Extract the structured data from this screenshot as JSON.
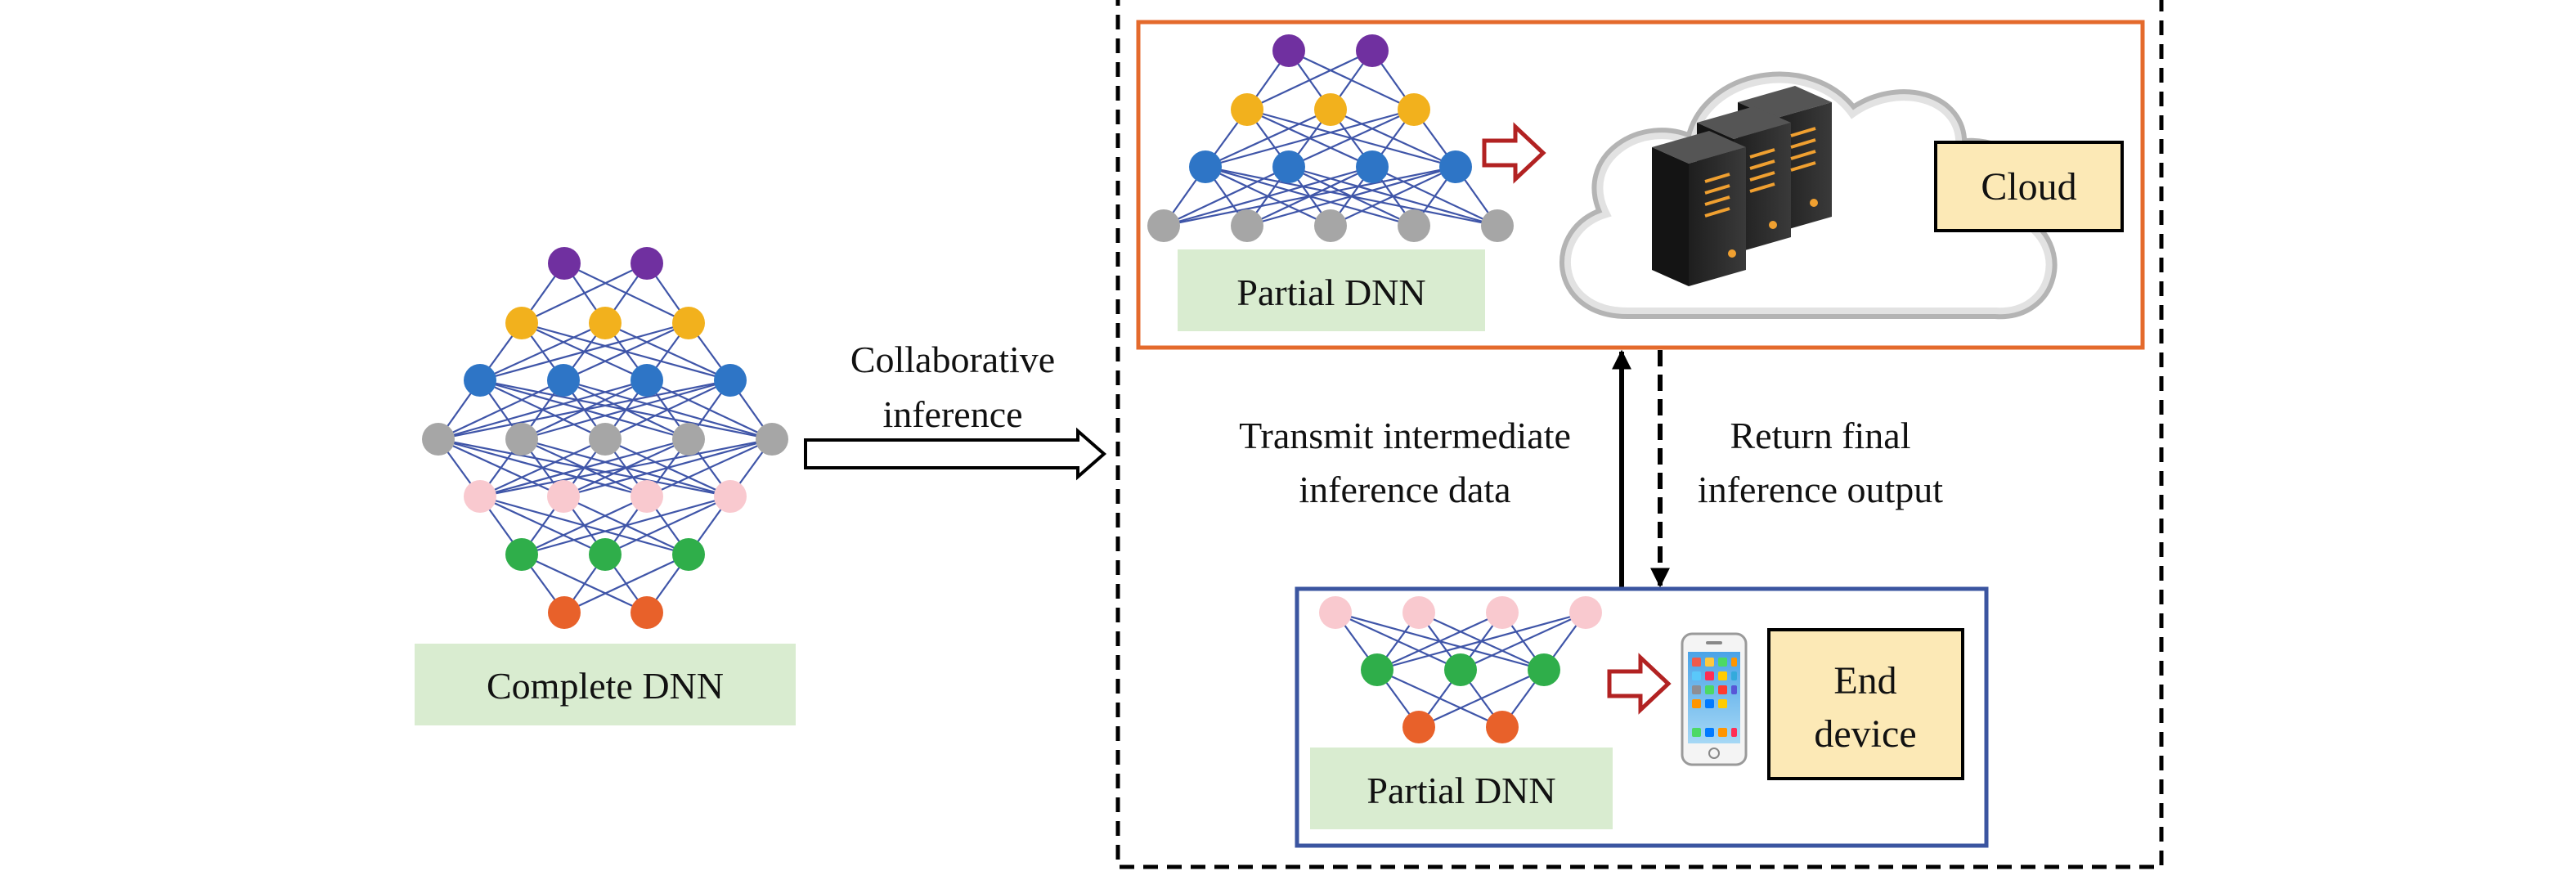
{
  "labels": {
    "complete_dnn": "Complete DNN",
    "collab_line1": "Collaborative",
    "collab_line2": "inference",
    "cloud_partial_dnn": "Partial DNN",
    "cloud": "Cloud",
    "transmit_line1": "Transmit intermediate",
    "transmit_line2": "inference data",
    "return_line1": "Return final",
    "return_line2": "inference output",
    "device_partial_dnn": "Partial DNN",
    "end_device_line1": "End",
    "end_device_line2": "device"
  },
  "colors": {
    "purple": "#7030a0",
    "yellow": "#f2b11d",
    "blue": "#2e75c6",
    "gray": "#a6a6a6",
    "pink": "#f9c9cf",
    "green": "#2fae4a",
    "orange": "#e8612a",
    "edge": "#3f55a8",
    "dnn_label_bg": "#d9ecd0",
    "tag_bg": "#fce9b6",
    "cloud_frame": "#e46a2c",
    "device_frame": "#3b55a0",
    "red_arrow": "#b22222"
  },
  "icons": {
    "cloud": "cloud-servers-icon",
    "device": "smartphone-icon"
  }
}
